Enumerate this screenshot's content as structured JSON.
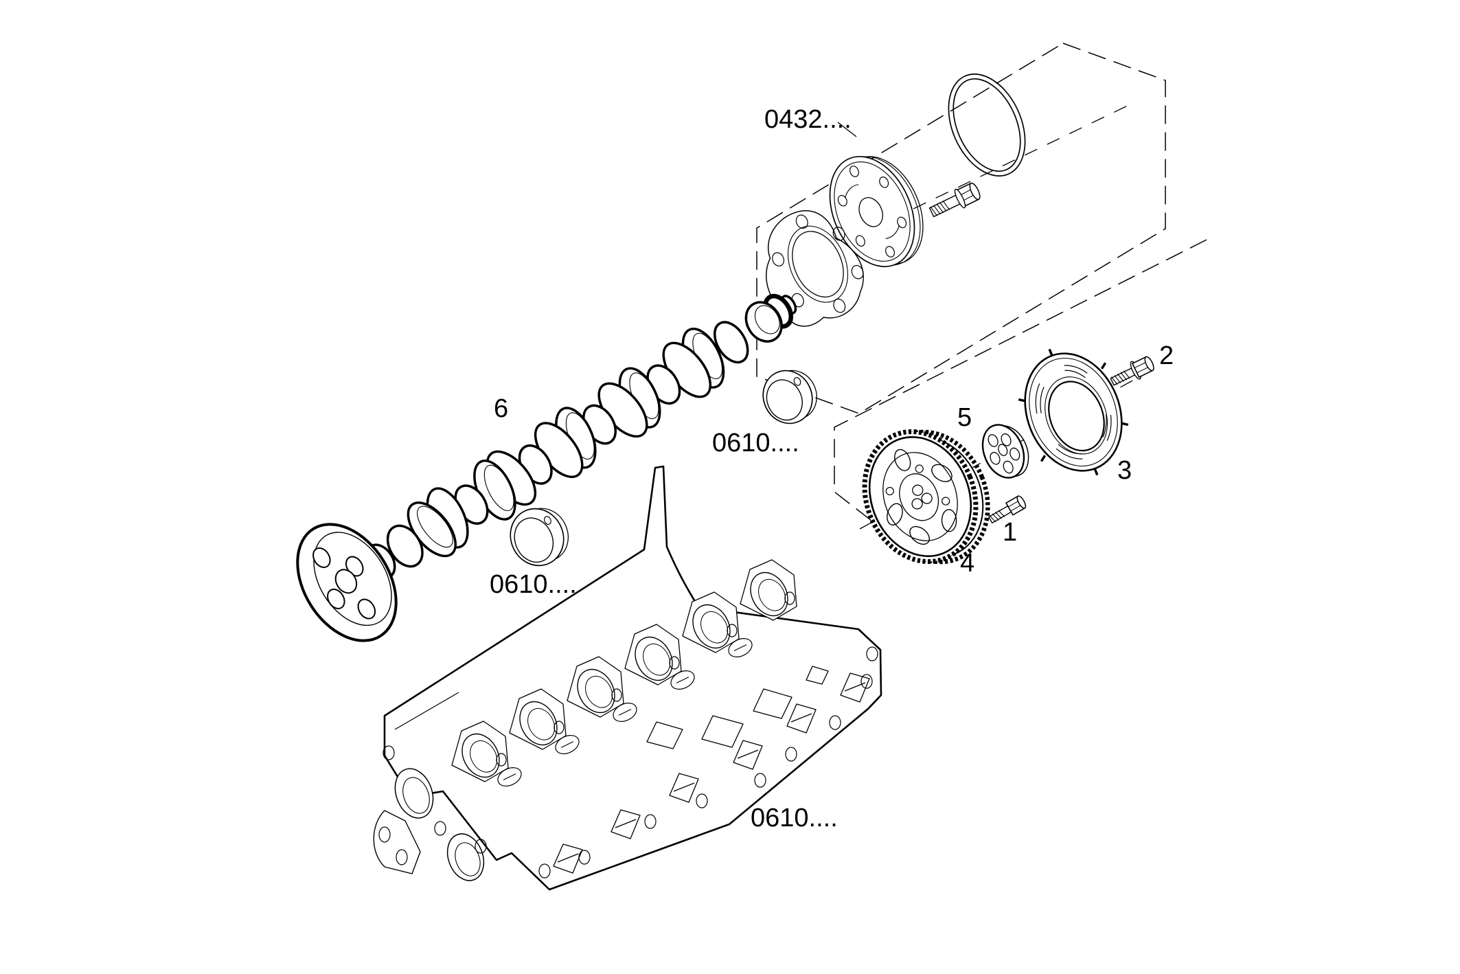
{
  "page": {
    "background": "#ffffff",
    "ink_color": "#000000",
    "type": "exploded-parts-line-diagram"
  },
  "labels": {
    "box_0432": "0432....",
    "bushing_upper_0610": "0610....",
    "bushing_lower_0610": "0610....",
    "cylinder_head_0610": "0610....",
    "item_1": "1",
    "item_2": "2",
    "item_3": "3",
    "item_4": "4",
    "item_5": "5",
    "item_6": "6"
  }
}
